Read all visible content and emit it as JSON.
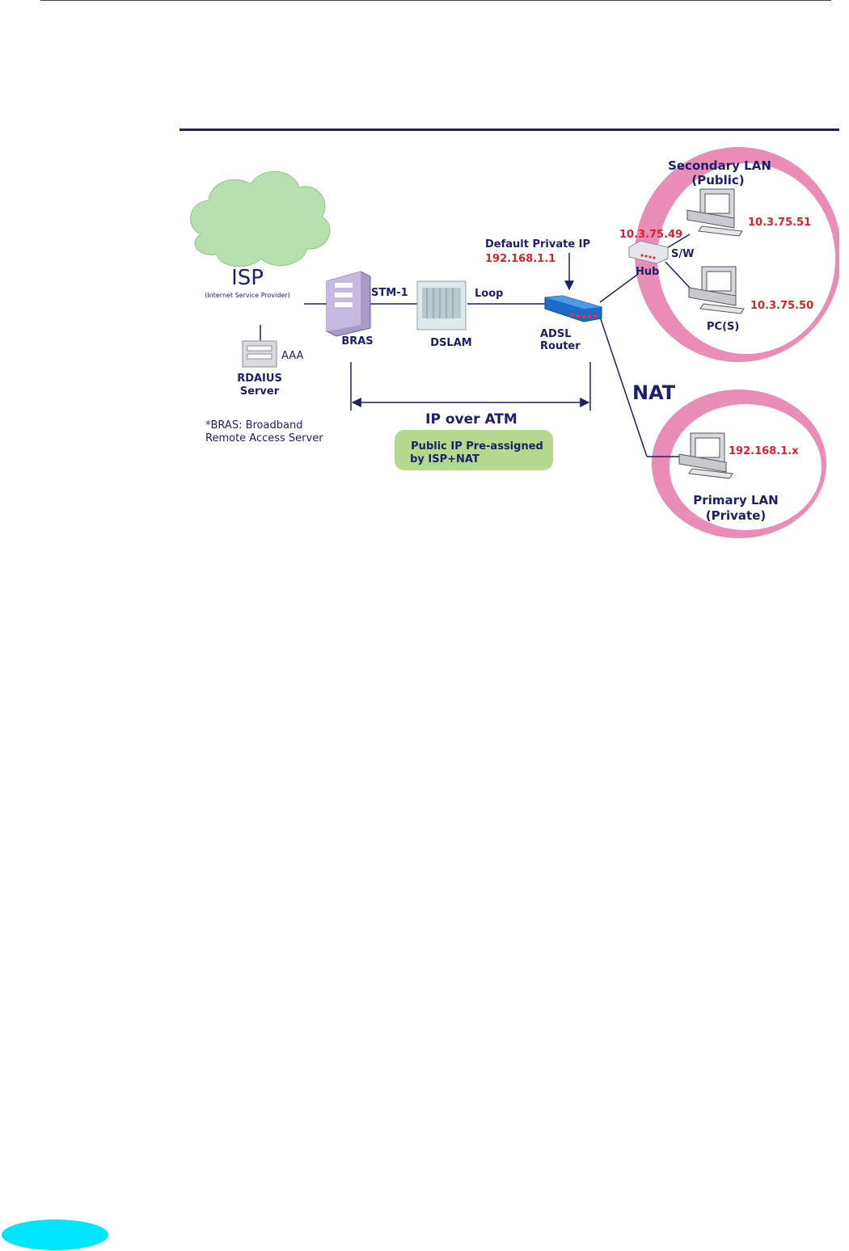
{
  "labels": {
    "isp": "ISP",
    "isp_sub": "(Internet Service Provider)",
    "aaa": "AAA",
    "radius_line1": "RDAIUS",
    "radius_line2": "Server",
    "bras": "BRAS",
    "stm1": "STM-1",
    "dslam": "DSLAM",
    "loop": "Loop",
    "default_ip_label": "Default Private IP",
    "default_ip_value": "192.168.1.1",
    "router_line1": "ADSL",
    "router_line2": "Router",
    "hub": "Hub",
    "sw": "S/W",
    "hub_ip": "10.3.75.49",
    "pc1_ip": "10.3.75.51",
    "pc2_ip": "10.3.75.50",
    "pcs": "PC(S)",
    "secondary_lan_line1": "Secondary  LAN",
    "secondary_lan_line2": "(Public)",
    "nat": "NAT",
    "primary_ip": "192.168.1.x",
    "primary_lan_line1": "Primary LAN",
    "primary_lan_line2": "(Private)",
    "ip_over_atm": "IP over ATM",
    "public_ip_line1": "Public IP Pre-assigned",
    "public_ip_line2": "by ISP+NAT",
    "bras_note_line1": "*BRAS: Broadband",
    "bras_note_line2": "Remote Access Server"
  },
  "colors": {
    "navy": "#1b1f6e",
    "red_ip": "#e0202a",
    "pink_ring": "#e98cb6",
    "cloud": "#b8dfb0",
    "green_box": "#b3d98c",
    "page_badge": "#00e5ff"
  },
  "icons": [
    "cloud-icon",
    "server-icon",
    "bras-tower-icon",
    "dslam-icon",
    "router-icon",
    "hub-icon",
    "computer-icon"
  ]
}
